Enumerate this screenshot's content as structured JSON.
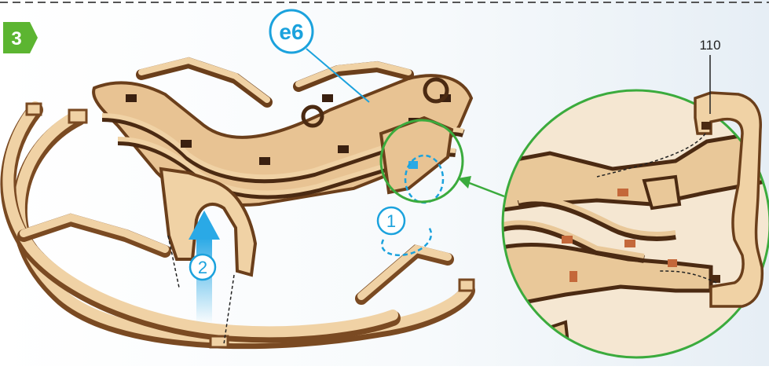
{
  "step": {
    "number": "3"
  },
  "callouts": {
    "module_label": "e6",
    "part_number": "110",
    "action_1": "1",
    "action_2": "2"
  },
  "colors": {
    "step_badge": "#5cb531",
    "callout_blue": "#1ba2dd",
    "zoom_green": "#3bab3d",
    "wood_face": "#f0d2a5",
    "wood_edge": "#7a4a22",
    "wood_dark": "#4b2a12",
    "arrow_blue": "#2aa9e6",
    "peg_red": "#c4683a"
  },
  "icons": {
    "up_arrow": "up-arrow-icon",
    "zoom": "zoom-pointer-icon"
  }
}
